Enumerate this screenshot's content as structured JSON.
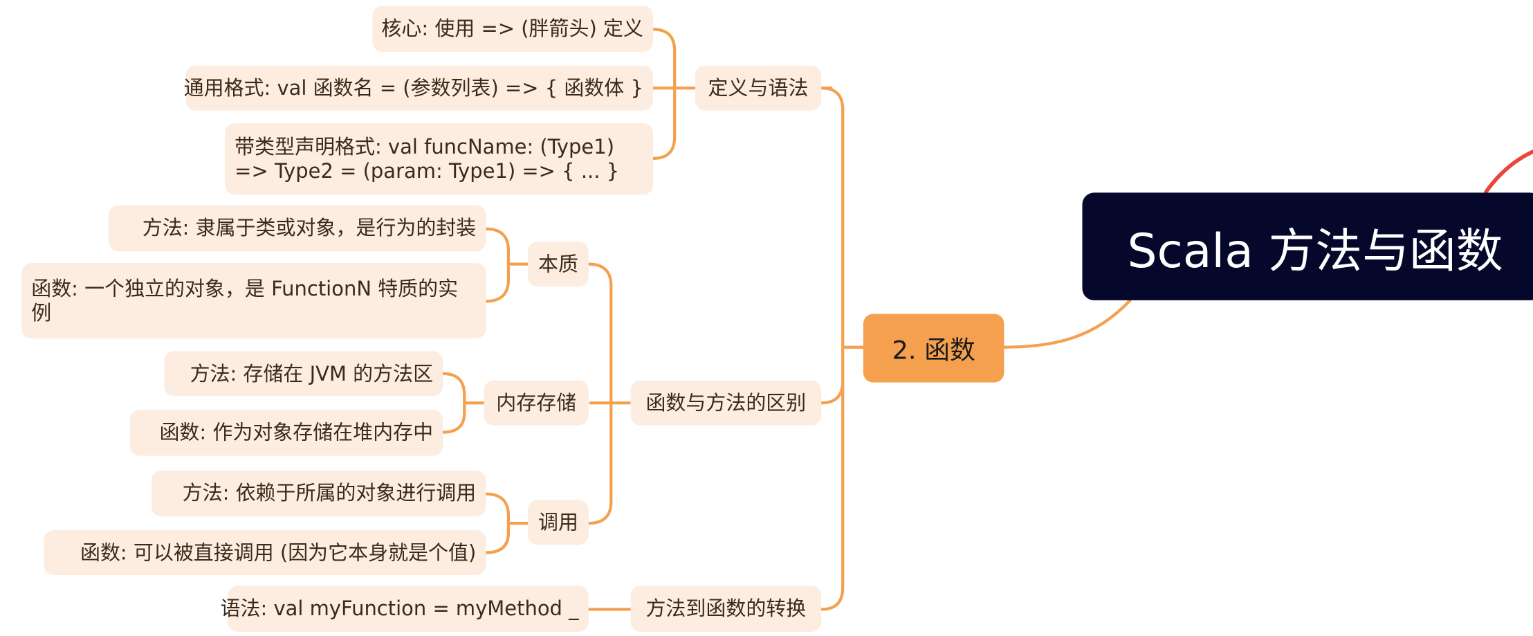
{
  "mindmap": {
    "root": {
      "label": "Scala 方法与函数"
    },
    "branch": {
      "label": "2. 函数",
      "children": [
        {
          "label": "定义与语法",
          "children": [
            {
              "label": "核心: 使用 => (胖箭头) 定义"
            },
            {
              "label": "通用格式: val 函数名 = (参数列表) => { 函数体 }"
            },
            {
              "label": "带类型声明格式: val funcName: (Type1) => Type2 = (param: Type1) => { ... }"
            }
          ]
        },
        {
          "label": "函数与方法的区别",
          "children": [
            {
              "label": "本质",
              "children": [
                {
                  "label": "方法: 隶属于类或对象，是行为的封装"
                },
                {
                  "label": "函数: 一个独立的对象，是 FunctionN 特质的实例"
                }
              ]
            },
            {
              "label": "内存存储",
              "children": [
                {
                  "label": "方法: 存储在 JVM 的方法区"
                },
                {
                  "label": "函数: 作为对象存储在堆内存中"
                }
              ]
            },
            {
              "label": "调用",
              "children": [
                {
                  "label": "方法: 依赖于所属的对象进行调用"
                },
                {
                  "label": "函数: 可以被直接调用 (因为它本身就是个值)"
                }
              ]
            }
          ]
        },
        {
          "label": "方法到函数的转换",
          "children": [
            {
              "label": "语法: val myFunction = myMethod _"
            }
          ]
        }
      ]
    },
    "colors": {
      "branch": "#f5a04e",
      "node_fill": "#fdece0",
      "root_fill": "#05082a",
      "other_branch_stub": "#e8453c"
    }
  }
}
